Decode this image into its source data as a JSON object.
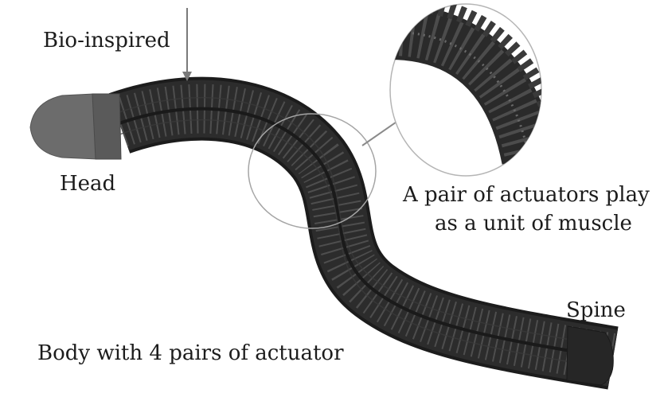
{
  "labels": {
    "bio_inspired": "Bio-inspired",
    "head": "Head",
    "unit_line1": "A pair of actuators play",
    "unit_line2": "as a unit of muscle",
    "spine": "Spine",
    "body": "Body with 4 pairs of actuator"
  },
  "colors": {
    "body": "#2a2a2a",
    "body_edge": "#1a1a1a",
    "ribs": "#4a4a4a",
    "head": "#6b6b6b",
    "head_cap": "#5e5e5e",
    "callout_circle": "#a8a8a8",
    "arrow": "#8a8a8a"
  }
}
